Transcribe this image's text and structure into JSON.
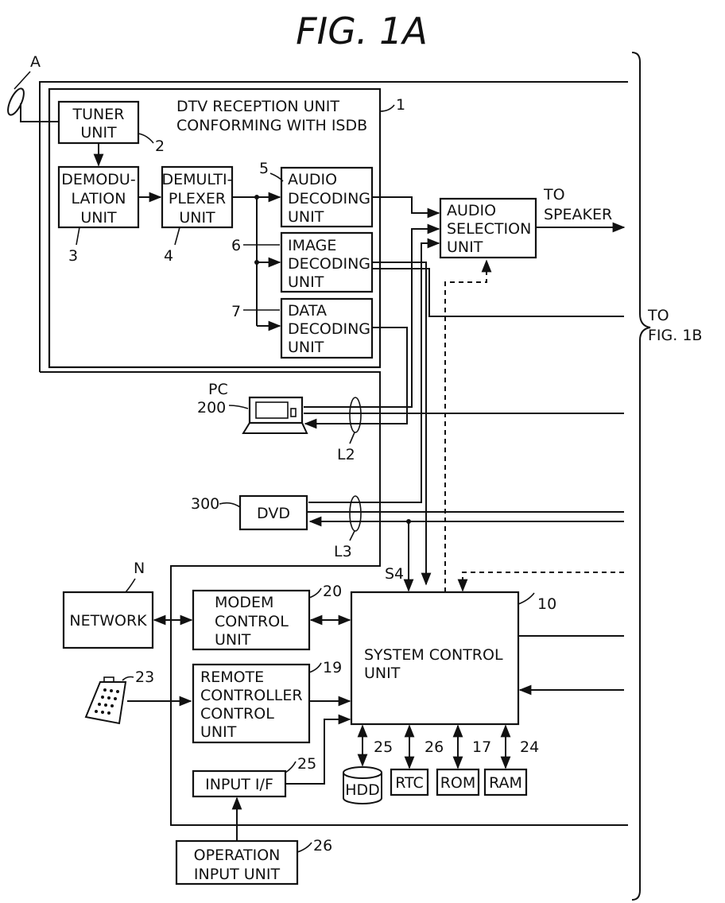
{
  "figure": {
    "title": "FIG. 1A"
  },
  "labels": {
    "antenna": "A",
    "dtv_ref": "1",
    "dtv_line1": "DTV RECEPTION UNIT",
    "dtv_line2": "CONFORMING WITH ISDB",
    "tuner_line1": "TUNER",
    "tuner_line2": "UNIT",
    "tuner_ref": "2",
    "demod_line1": "DEMODU-",
    "demod_line2": "LATION",
    "demod_line3": "UNIT",
    "demod_ref": "3",
    "demux_line1": "DEMULTI-",
    "demux_line2": "PLEXER",
    "demux_line3": "UNIT",
    "demux_ref": "4",
    "audio_dec_line1": "AUDIO",
    "audio_dec_line2": "DECODING",
    "audio_dec_line3": "UNIT",
    "audio_dec_ref": "5",
    "image_dec_line1": "IMAGE",
    "image_dec_line2": "DECODING",
    "image_dec_line3": "UNIT",
    "image_dec_ref": "6",
    "data_dec_line1": "DATA",
    "data_dec_line2": "DECODING",
    "data_dec_line3": "UNIT",
    "data_dec_ref": "7",
    "audio_sel_line1": "AUDIO",
    "audio_sel_line2": "SELECTION",
    "audio_sel_line3": "UNIT",
    "to_speaker_line1": "TO",
    "to_speaker_line2": "SPEAKER",
    "to_fig_line1": "TO",
    "to_fig_line2": "FIG. 1B",
    "pc": "PC",
    "pc_ref": "200",
    "l2": "L2",
    "dvd": "DVD",
    "dvd_ref": "300",
    "l3": "L3",
    "s4": "S4",
    "network_ref": "N",
    "network": "NETWORK",
    "modem_line1": "MODEM",
    "modem_line2": "CONTROL",
    "modem_line3": "UNIT",
    "modem_ref": "20",
    "sys_line1": "SYSTEM CONTROL",
    "sys_line2": "UNIT",
    "sys_ref": "10",
    "remote_ref": "23",
    "rcc_line1": "REMOTE",
    "rcc_line2": "CONTROLLER",
    "rcc_line3": "CONTROL",
    "rcc_line4": "UNIT",
    "rcc_ref": "19",
    "hdd": "HDD",
    "hdd_ref": "25",
    "rtc": "RTC",
    "rtc_ref": "26",
    "rom": "ROM",
    "rom_ref": "17",
    "ram": "RAM",
    "ram_ref": "24",
    "input_if": "INPUT I/F",
    "input_if_ref": "25",
    "op_line1": "OPERATION",
    "op_line2": "INPUT UNIT",
    "op_ref": "26"
  }
}
